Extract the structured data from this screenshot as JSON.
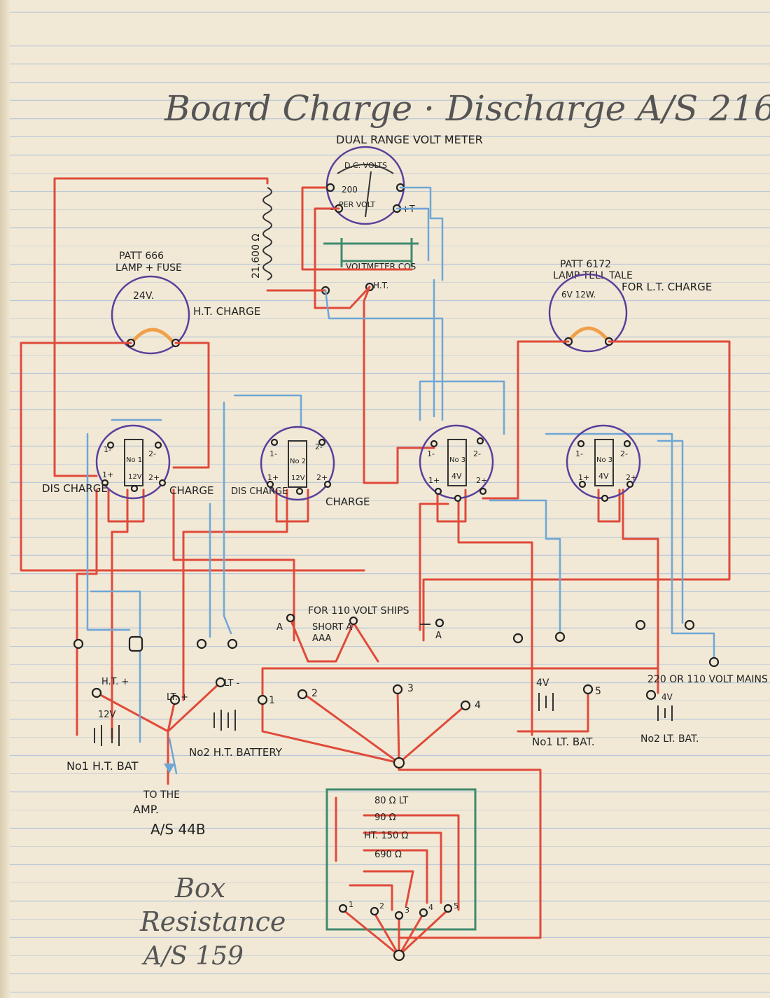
{
  "title": "Board Charge · Discharge A/S 216.",
  "voltmeter": {
    "heading": "DUAL RANGE VOLT METER",
    "scale_label": "D.C. VOLTS",
    "range": "200",
    "per_volt": "PER VOLT",
    "minus_label": "-",
    "plus_label": "+T",
    "cos_label": "VOLTMETER COS",
    "ht_label": "H.T."
  },
  "resistor_label": "21,600 Ω",
  "lamp_left": {
    "label_line1": "PATT 666",
    "label_line2": "LAMP + FUSE",
    "voltage": "24V.",
    "charge_label": "H.T. CHARGE"
  },
  "lamp_right": {
    "label_line1": "PATT 6172",
    "label_line2": "LAMP TELL TALE",
    "voltage": "6V 12W.",
    "charge_label": "FOR L.T. CHARGE"
  },
  "switches": [
    {
      "no": "No 1",
      "voltage": "12V",
      "t1": "1-",
      "t2": "2-",
      "t3": "1+",
      "t4": "2+"
    },
    {
      "no": "No 2",
      "voltage": "12V",
      "t1": "1-",
      "t2": "2-",
      "t3": "1+",
      "t4": "2+"
    },
    {
      "no": "No 3",
      "voltage": "4V",
      "t1": "1-",
      "t2": "2-",
      "t3": "1+",
      "t4": "2+"
    },
    {
      "no": "No 3",
      "voltage": "4V",
      "t1": "1-",
      "t2": "2-",
      "t3": "1+",
      "t4": "2+"
    }
  ],
  "switch_labels": {
    "discharge_1": "DIS CHARGE",
    "charge_1": "CHARGE",
    "discharge_2": "DIS CHARGE",
    "charge_2": "CHARGE"
  },
  "mains_note": {
    "line1": "FOR 110 VOLT SHIPS",
    "line2": "SHORT A",
    "line3": "AAA"
  },
  "terminals": {
    "a1": "A",
    "a2": "A",
    "t1": "1",
    "t2": "2",
    "t3": "3",
    "t4": "4",
    "t5": "5",
    "ht_plus": "H.T. +",
    "lt_plus": "LT. +",
    "lt_minus": "LT -",
    "v12": "12V",
    "v4_a": "4V",
    "v4_b": "4V"
  },
  "batteries": {
    "ht1": "No1 H.T. BAT",
    "ht2": "No2 H.T. BATTERY",
    "lt1": "No1 LT. BAT.",
    "lt2": "No2 LT. BAT.",
    "mains": "220 OR 110 VOLT MAINS"
  },
  "amp_note": {
    "line1": "TO THE",
    "line2": "AMP.",
    "line3": "A/S 44B"
  },
  "resistance_box": {
    "r1": "80 Ω LT",
    "r2": "90 Ω",
    "r3": "HT. 150 Ω",
    "r4": "690 Ω",
    "terminals": [
      "1",
      "2",
      "3",
      "4",
      "5"
    ],
    "label_line1": "Box",
    "label_line2": "Resistance",
    "label_line3": "A/S 159"
  },
  "colors": {
    "red_pencil": "#e04a3a",
    "blue_pencil": "#6fa6d6",
    "purple_pencil": "#5b3f9a",
    "green_pencil": "#3f8a6e",
    "graphite": "#333333"
  }
}
